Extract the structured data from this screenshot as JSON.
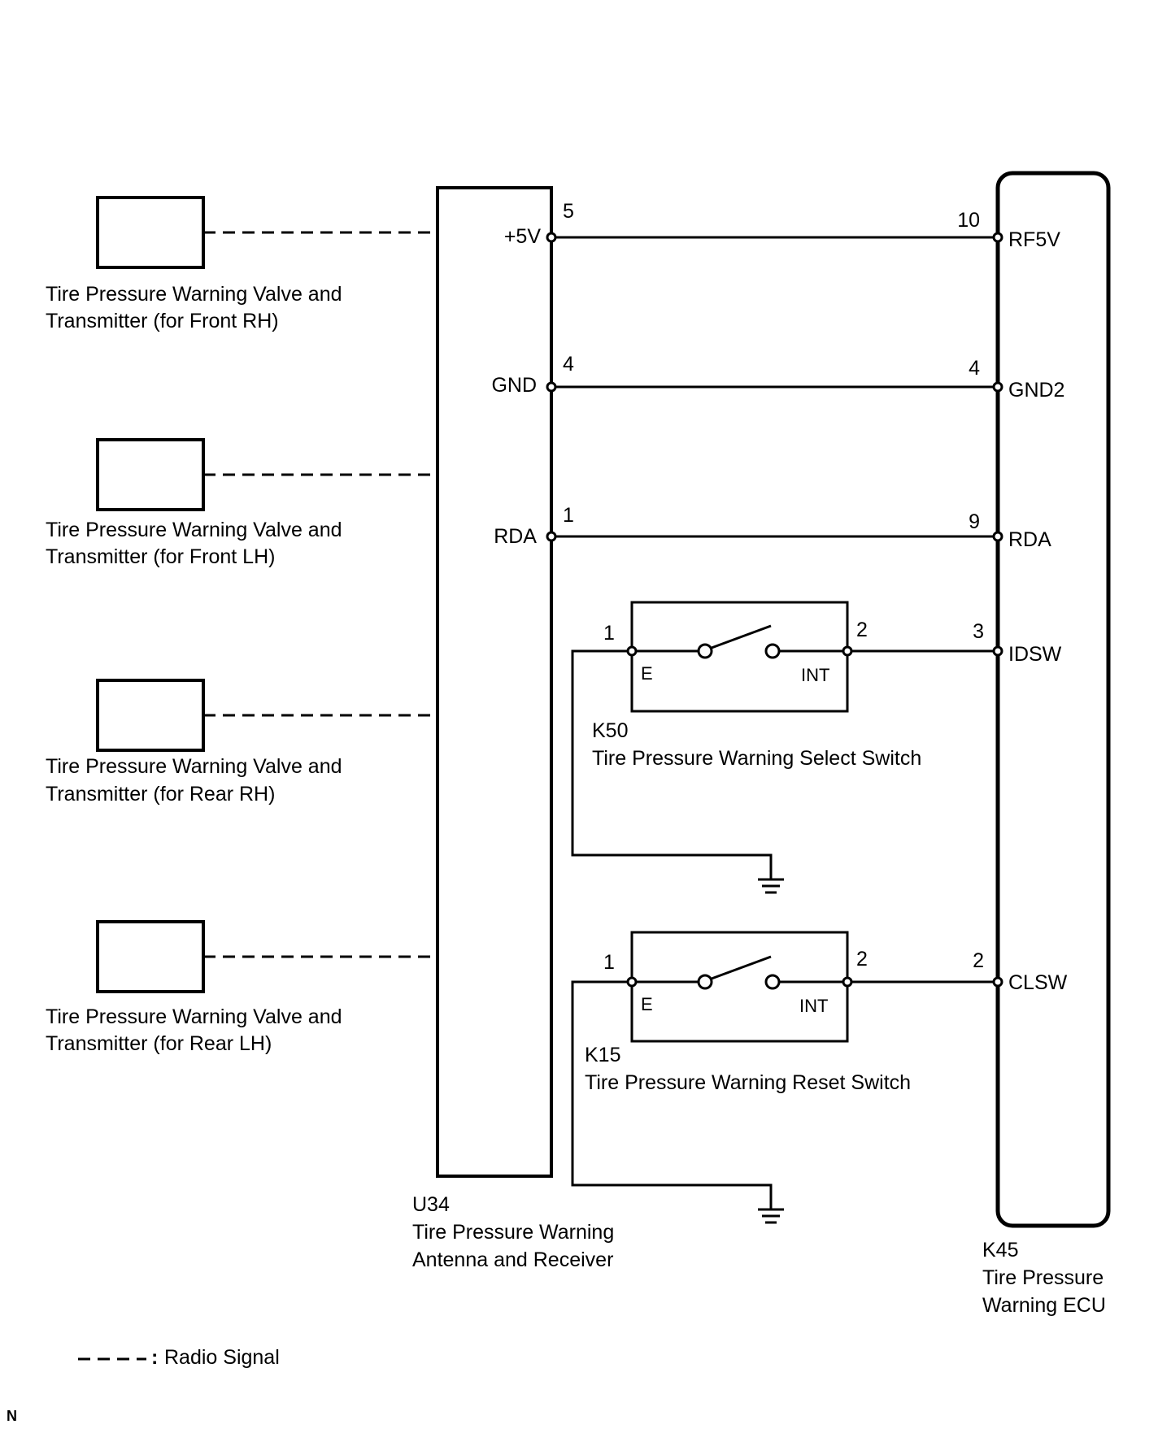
{
  "transmitters": [
    {
      "line1": "Tire Pressure Warning Valve and",
      "line2": "Transmitter (for Front RH)"
    },
    {
      "line1": "Tire Pressure Warning Valve and",
      "line2": "Transmitter (for Front LH)"
    },
    {
      "line1": "Tire Pressure Warning Valve and",
      "line2": "Transmitter (for Rear RH)"
    },
    {
      "line1": "Tire Pressure Warning Valve and",
      "line2": "Transmitter (for Rear LH)"
    }
  ],
  "receiver": {
    "code": "U34",
    "line1": "Tire Pressure Warning",
    "line2": "Antenna and Receiver",
    "terminals": [
      {
        "name": "+5V",
        "pin": "5"
      },
      {
        "name": "GND",
        "pin": "4"
      },
      {
        "name": "RDA",
        "pin": "1"
      }
    ]
  },
  "ecu": {
    "code": "K45",
    "line1": "Tire Pressure",
    "line2": "Warning ECU",
    "terminals": [
      {
        "name": "RF5V",
        "pin": "10"
      },
      {
        "name": "GND2",
        "pin": "4"
      },
      {
        "name": "RDA",
        "pin": "9"
      },
      {
        "name": "IDSW",
        "pin": "3"
      },
      {
        "name": "CLSW",
        "pin": "2"
      }
    ]
  },
  "switches": [
    {
      "code": "K50",
      "name": "Tire Pressure Warning Select Switch",
      "pin_left": "1",
      "pin_right": "2",
      "term_left": "E",
      "term_right": "INT"
    },
    {
      "code": "K15",
      "name": "Tire Pressure Warning Reset Switch",
      "pin_left": "1",
      "pin_right": "2",
      "term_left": "E",
      "term_right": "INT"
    }
  ],
  "legend": {
    "symbol": "- - - -",
    "separator": ":",
    "text": "Radio Signal"
  },
  "corner_mark": "N"
}
